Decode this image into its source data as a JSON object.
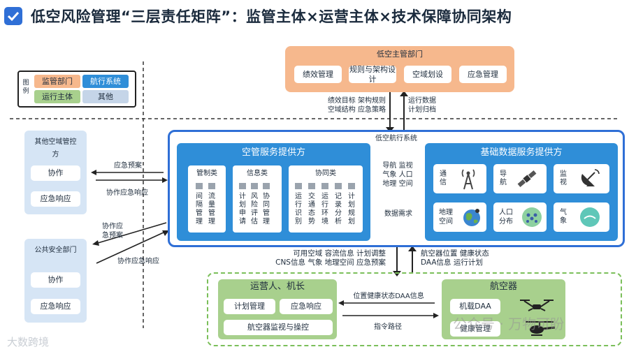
{
  "title": "低空风险管理“三层责任矩阵”：监管主体×运营主体×技术保障协同架构",
  "legend": {
    "label": "图例",
    "items": [
      "监管部门",
      "航行系统",
      "运行主体",
      "其他"
    ]
  },
  "top": {
    "title": "低空主管部门",
    "items": [
      "绩效管理",
      "规则与架构设计",
      "空域划设",
      "应急管理"
    ]
  },
  "top_flow": {
    "down": "绩效目标 架构规则\n空域结构 应急策略",
    "up": "运行数据\n计划归档"
  },
  "system_label": "低空航行系统",
  "atm": {
    "title": "空管服务提供方",
    "groups": [
      {
        "title": "管制类",
        "cols": [
          "间隔管理",
          "流量管理"
        ]
      },
      {
        "title": "信息类",
        "cols": [
          "计划申请",
          "风险评估",
          "协同管理"
        ]
      },
      {
        "title": "协同类",
        "cols": [
          "运行识别",
          "交通态势",
          "运行环境",
          "记录分析",
          "计划规划"
        ]
      }
    ]
  },
  "mid_flow": {
    "left": "导航 监视\n气象 人口\n地理 空间",
    "right": "数据需求"
  },
  "base": {
    "title": "基础数据服务提供方",
    "cells": [
      {
        "label": "通信",
        "icon": "antenna-tower-icon"
      },
      {
        "label": "导航",
        "icon": "satellite-icon"
      },
      {
        "label": "监视",
        "icon": "radar-dish-icon"
      },
      {
        "label": "地理空间",
        "icon": "globe-icon"
      },
      {
        "label": "人口分布",
        "icon": "population-icon"
      },
      {
        "label": "气象",
        "icon": "weather-icon"
      }
    ]
  },
  "left_top": {
    "title": "其他空域管控方",
    "items": [
      "协作",
      "应急响应"
    ]
  },
  "left_bottom": {
    "title": "公共安全部门",
    "items": [
      "协作",
      "应急响应"
    ]
  },
  "left_flow": {
    "a": "应急预案",
    "b": "协作应急响应",
    "c": "协作应\n急预案",
    "d": "协作应急响应"
  },
  "bottom_flow": {
    "left": "可用空域 容流信息 计划调整\nCNS信息 气象 地理空间 应急预案",
    "right": "航空器位置 健康状态\nDAA信息 运行计划"
  },
  "operator": {
    "title": "运营人、机长",
    "items": [
      "计划管理",
      "应急响应",
      "航空器监视与操控"
    ]
  },
  "aircraft": {
    "title": "航空器",
    "items": [
      "机载DAA",
      "健康管理"
    ]
  },
  "op_flow": {
    "top": "位置健康状态DAA信息",
    "bottom": "指令路径"
  },
  "watermark": {
    "left": "大数跨境",
    "right": "公众号 · 万物可盼"
  },
  "colors": {
    "orange": "#f6b88d",
    "blue": "#2f8ed8",
    "green": "#a8d08d",
    "gray": "#c5d5e8",
    "lightblue": "#d6e5f5"
  }
}
